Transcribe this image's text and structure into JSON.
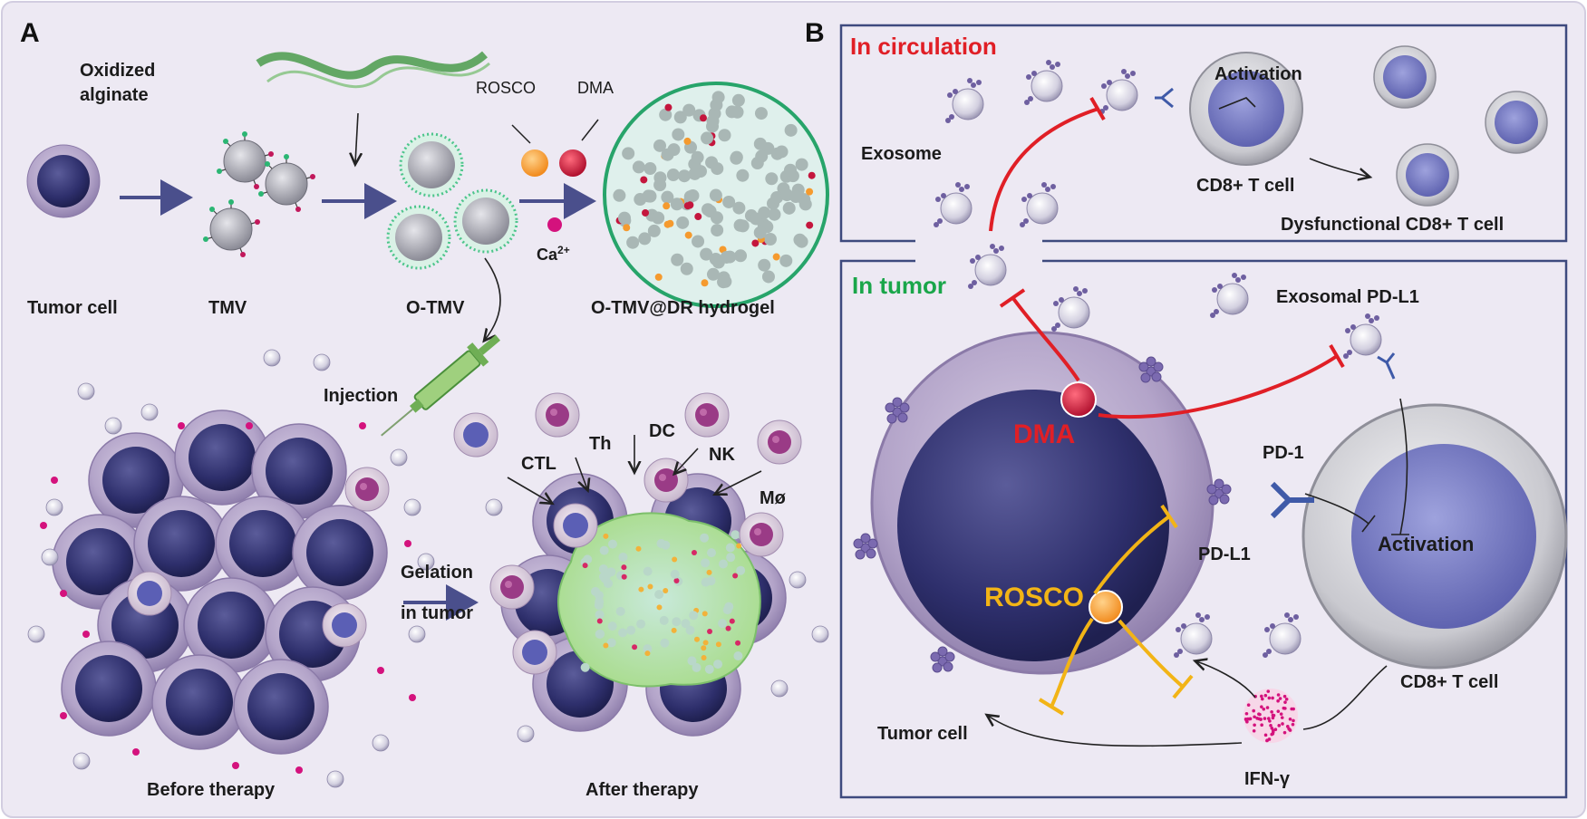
{
  "panels": {
    "a": {
      "letter": "A",
      "oxidized_line1": "Oxidized",
      "oxidized_line2": "alginate",
      "tumor_cell": "Tumor cell",
      "tmv": "TMV",
      "otmv": "O-TMV",
      "rosco": "ROSCO",
      "dma": "DMA",
      "ca": "Ca",
      "ca_sup": "2+",
      "hydrogel": "O-TMV@DR hydrogel",
      "injection": "Injection",
      "gelation_line1": "Gelation",
      "gelation_line2": "in tumor",
      "ctl": "CTL",
      "th": "Th",
      "dc": "DC",
      "nk": "NK",
      "mo": "Mø",
      "before": "Before therapy",
      "after": "After therapy"
    },
    "b": {
      "letter": "B",
      "in_circulation": "In circulation",
      "activation_top": "Activation",
      "exosome": "Exosome",
      "cd8_top": "CD8+ T cell",
      "dysfunctional": "Dysfunctional CD8+ T cell",
      "in_tumor": "In tumor",
      "exosomal_pdl1": "Exosomal PD-L1",
      "dma": "DMA",
      "pd1": "PD-1",
      "pdl1": "PD-L1",
      "activation_bottom": "Activation",
      "rosco": "ROSCO",
      "cd8_bottom": "CD8+ T cell",
      "tumor_cell": "Tumor cell",
      "ifn": "IFN-γ"
    }
  },
  "colors": {
    "background": "#ede9f3",
    "cell_purple": "#a596bd",
    "nucleus": "#2f2f6e",
    "dma_red": "#e01f26",
    "rosco_yellow": "#f2b416",
    "tumor_green": "#1aa64a",
    "arrow_navy": "#4a4f8c",
    "frame_navy": "#3e4a7e"
  }
}
